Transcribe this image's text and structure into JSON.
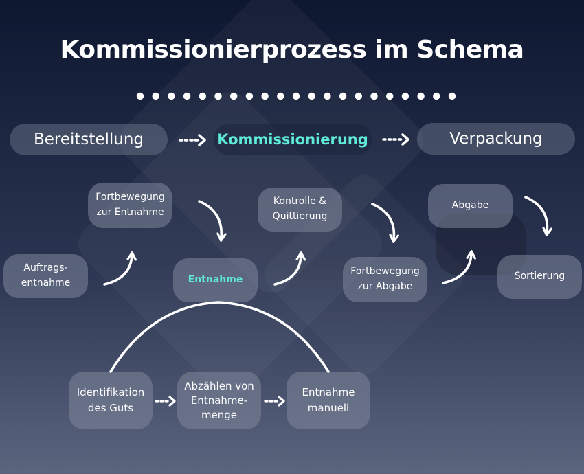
{
  "title": "Kommissionierprozess im Schema",
  "phases": [
    {
      "label": "Bereitstellung"
    },
    {
      "label": "Kommissionierung"
    },
    {
      "label": "Verpackung"
    }
  ],
  "nodes": {
    "auftragsentnahme": "Auftrags-\nentnahme",
    "fortbewegung_entnahme": "Fortbewegung\nzur Entnahme",
    "entnahme": "Entnahme",
    "kontrolle": "Kontrolle &\nQuittierung",
    "fortbewegung_abgabe": "Fortbewegung\nzur Abgabe",
    "abgabe": "Abgabe",
    "sortierung": "Sortierung",
    "identifikation": "Identifikation\ndes Guts",
    "abzaehlen": "Abzählen von\nEntnahme-\nmenge",
    "entnahme_manuell": "Entnahme\nmanuell"
  },
  "colors": {
    "accent": "#5eead4",
    "text": "#ffffff",
    "background_top": "#0e1730",
    "background_bottom": "#5c657e"
  }
}
